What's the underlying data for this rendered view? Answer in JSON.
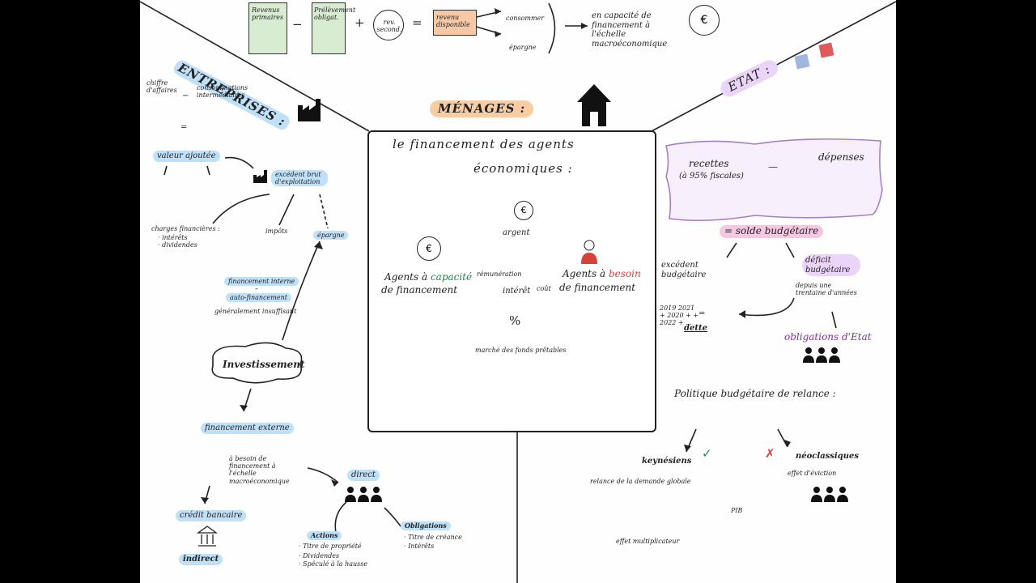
{
  "header": {
    "revenus_primaires": "Revenus primaires",
    "prelevement": "Prélèvement obligat.",
    "rev_secondaire": "rev. second.",
    "revenu_disponible": "revenu disponible",
    "consommer": "consommer",
    "epargne": "épargne",
    "capacite": "en capacité de financement à l'échelle macroéconomique",
    "op_minus": "−",
    "op_plus": "+",
    "op_equals": "="
  },
  "center": {
    "menages": "MÉNAGES :",
    "title_line1": "le financement des agents",
    "title_line2": "économiques :",
    "argent": "argent",
    "agents_capacite_prefix": "Agents à ",
    "capacite_word": "capacité",
    "de_financement": "de financement",
    "agents_besoin_prefix": "Agents à ",
    "besoin_word": "besoin",
    "de_financement_2": "de financement",
    "remuneration": "rémunération",
    "interet": "intérêt",
    "cout": "coût",
    "percent": "%",
    "marche": "marché des fonds prêtables"
  },
  "entreprises": {
    "title": "ENTREPRISES :",
    "chiffre": "chiffre d'affaires",
    "consommations": "consommations intermédiaires",
    "equals": "=",
    "valeur_ajoutee": "valeur ajoutée",
    "excedent": "excédent brut d'exploitation",
    "charges": "charges financières :",
    "interets": "· intérêts",
    "dividendes": "· dividendes",
    "impots": "impôts",
    "epargne": "épargne",
    "financement_interne": "financement interne",
    "dash": "–",
    "auto_financement": "auto-financement",
    "generalement": "généralement insuffisant",
    "investissement": "Investissement",
    "financement_externe": "financement externe",
    "besoin": "à besoin de financement à l'échelle macroéconomique",
    "direct": "direct",
    "credit_bancaire": "crédit bancaire",
    "indirect": "indirect",
    "actions": "Actions",
    "titre_propriete": "· Titre de propriété",
    "dividendes_2": "· Dividendes",
    "speculee": "· Spéculé à la hausse",
    "obligations": "Obligations",
    "titre_creance": "· Titre de créance",
    "interets_2": "· Intérêts"
  },
  "etat": {
    "title": "ETAT :",
    "recettes": "recettes",
    "fiscales": "(à 95% fiscales)",
    "depenses": "dépenses",
    "dash": "—",
    "solde": "= solde budgétaire",
    "excedent": "excédent budgétaire",
    "deficit": "déficit budgétaire",
    "depuis": "depuis une trentaine d'années",
    "years": "2019 2021 + 2020 + + 2022 + ...",
    "equals": "=",
    "dette": "dette",
    "obligations": "obligations d'Etat",
    "politique": "Politique budgétaire de relance :",
    "keynesiens": "keynésiens",
    "neoclassiques": "néoclassiques",
    "relance": "relance de la demande globale",
    "eviction": "effet d'éviction",
    "multiplicateur": "effet multiplicateur",
    "pib": "PIB"
  },
  "colors": {
    "blue": "#bfe0f7",
    "pink": "#f6c7e3",
    "orange": "#f8cda4",
    "purple": "#ead4f7",
    "green": "#1f8a4a",
    "red": "#d8413a"
  }
}
